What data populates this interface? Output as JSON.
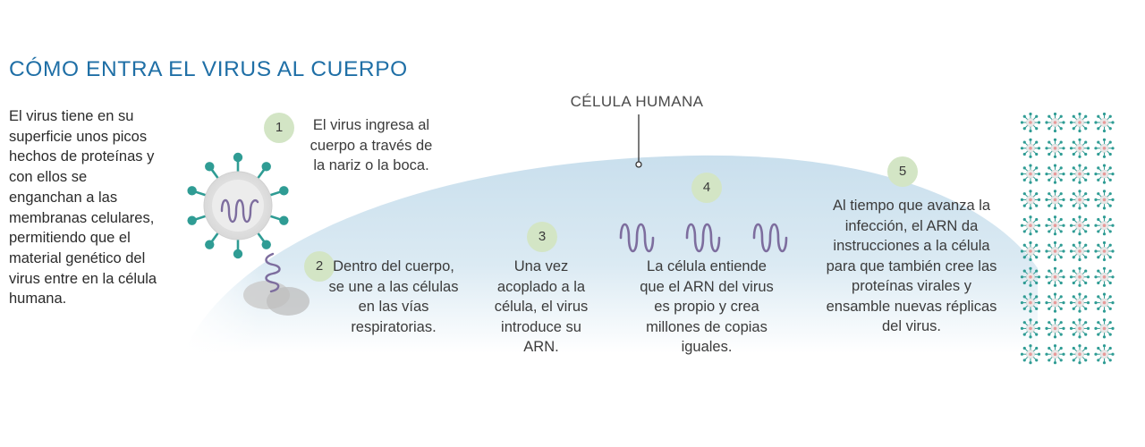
{
  "title": "CÓMO ENTRA EL VIRUS AL CUERPO",
  "intro": "El virus tiene en su superficie unos picos hechos de proteínas y con ellos se enganchan a las membranas celulares, permitiendo que el material genético del virus entre en la célula humana.",
  "cell_label": "CÉLULA HUMANA",
  "steps": [
    {
      "number": "1",
      "text": "El virus ingresa al cuerpo a través de la nariz o la boca."
    },
    {
      "number": "2",
      "text": "Dentro del cuerpo, se une a las células en las vías respiratorias."
    },
    {
      "number": "3",
      "text": "Una vez acoplado a la célula, el virus introduce su ARN."
    },
    {
      "number": "4",
      "text": "La célula entiende que el ARN del virus es propio y crea millones de copias iguales."
    },
    {
      "number": "5",
      "text": "Al tiempo que avanza la infección, el ARN da instrucciones a la célula para que también cree las proteínas virales y ensamble nuevas réplicas del virus."
    }
  ],
  "colors": {
    "title": "#1f6fa6",
    "cell": "#cfe3ef",
    "badge": "#d3e5c5",
    "virus_spike": "#2f9c94",
    "virus_body": "#e6e6e6",
    "rna": "#7d6d9e"
  }
}
